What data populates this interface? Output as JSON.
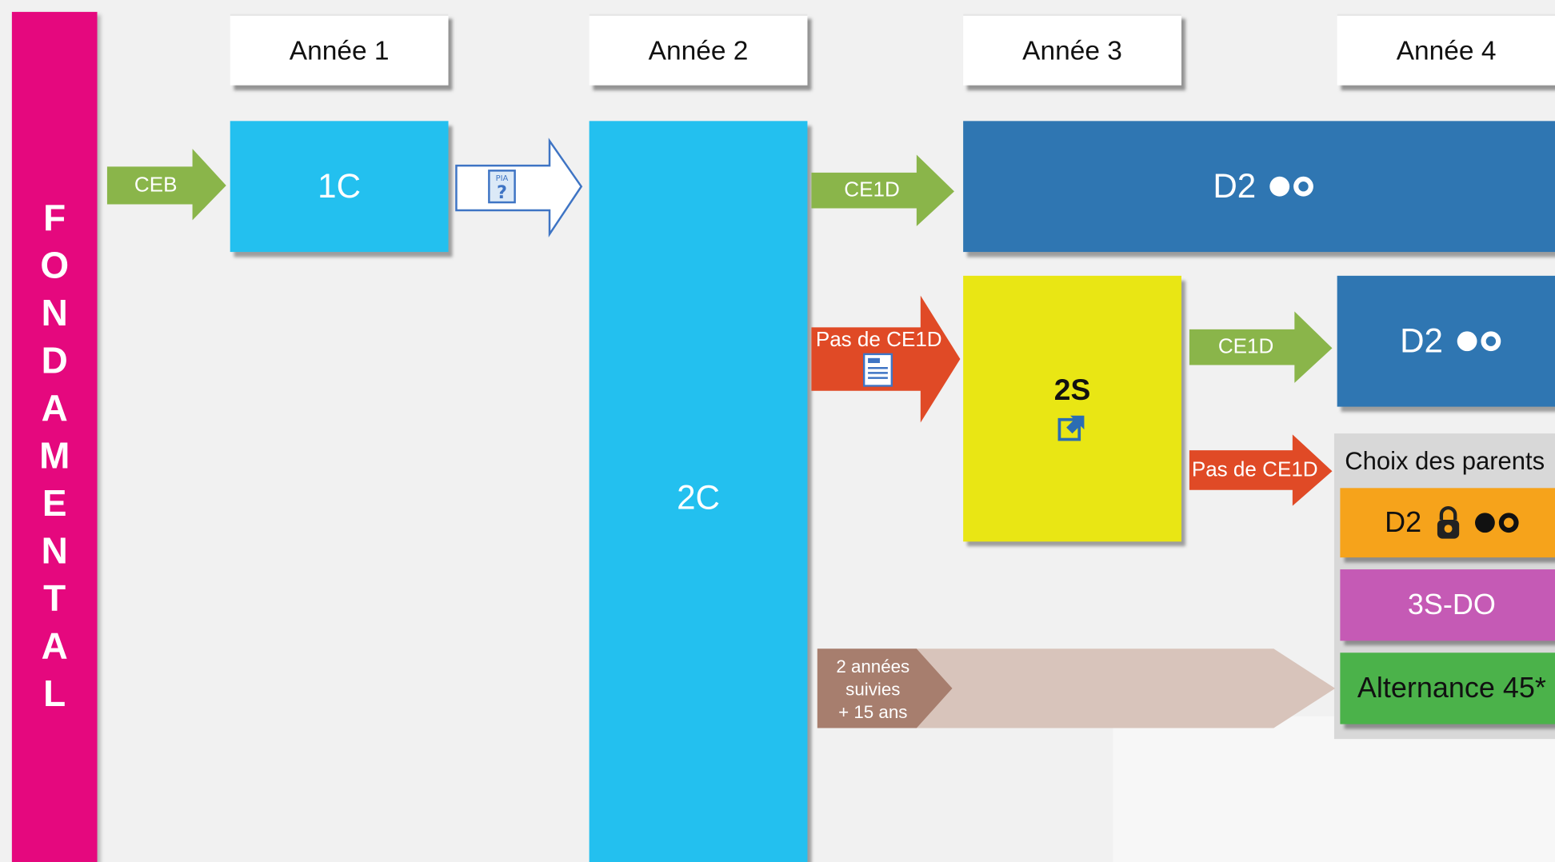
{
  "side_label": "FONDAMENTAL",
  "years": [
    "Année 1",
    "Année 2",
    "Année 3",
    "Année 4"
  ],
  "boxes": {
    "c1": "1C",
    "c2": "2C",
    "d2_top": "D2",
    "s2": "2S",
    "d2_mid": "D2",
    "d2_choice": "D2",
    "s3do": "3S-DO",
    "alternance": "Alternance 45*"
  },
  "arrows": {
    "ceb": "CEB",
    "ce1d_top": "CE1D",
    "pas_ce1d_left": "Pas de CE1D",
    "ce1d_right": "CE1D",
    "pas_ce1d_right": "Pas de CE1D",
    "annees_line1": "2 années",
    "annees_line2": "suivies",
    "annees_line3": "+ 15 ans"
  },
  "choice_title": "Choix des parents",
  "icons": {
    "pia_label": "PIA",
    "pia_q": "?",
    "external": "external-link-icon",
    "lock": "lock-icon",
    "doc": "document-icon"
  },
  "colors": {
    "fondamental": "#e5087e",
    "cyan": "#23c0ef",
    "blue": "#2f76b2",
    "yellow": "#e9e614",
    "green_arrow": "#8ab54a",
    "red_arrow": "#e04a26",
    "beige_arrow": "#d8c4bb",
    "brown": "#a77e6e",
    "orange": "#f6a31b",
    "magenta": "#c55ab5",
    "green": "#4bb24a"
  }
}
